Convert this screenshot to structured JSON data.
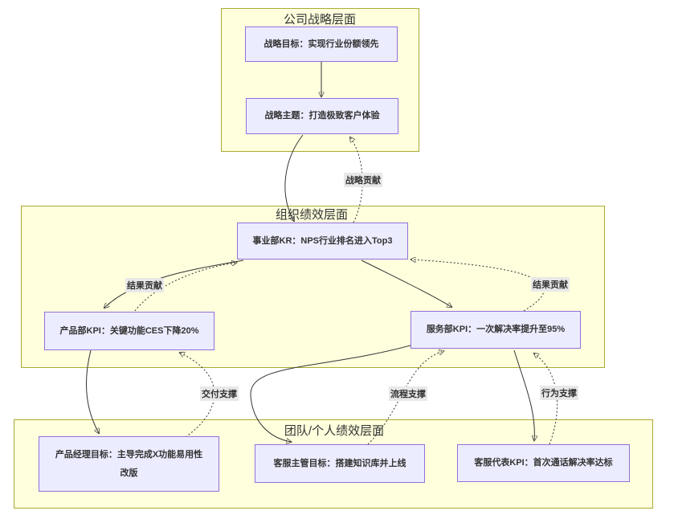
{
  "diagram": {
    "type": "flowchart",
    "containers": [
      {
        "id": "company-strategy-layer",
        "title": "公司战略层面"
      },
      {
        "id": "org-performance-layer",
        "title": "组织绩效层面"
      },
      {
        "id": "team-individual-layer",
        "title": "团队/个人绩效层面"
      }
    ],
    "nodes": [
      {
        "id": "strategy-goal",
        "label": "战略目标：实现行业份额领先"
      },
      {
        "id": "strategy-theme",
        "label": "战略主题：打造极致客户体验"
      },
      {
        "id": "bu-kr",
        "label": "事业部KR：NPS行业排名进入Top3"
      },
      {
        "id": "product-kpi",
        "label": "产品部KPI：关键功能CES下降20%"
      },
      {
        "id": "service-kpi",
        "label": "服务部KPI：一次解决率提升至95%"
      },
      {
        "id": "pm-goal",
        "label": "产品经理目标：主导完成X功能易用性改版"
      },
      {
        "id": "cs-manager-goal",
        "label": "客服主管目标：搭建知识库并上线"
      },
      {
        "id": "cs-rep-kpi",
        "label": "客服代表KPI：首次通话解决率达标"
      }
    ],
    "edge_labels": [
      {
        "id": "strategic-contribution",
        "text": "战略贡献"
      },
      {
        "id": "result-contribution-left",
        "text": "结果贡献"
      },
      {
        "id": "result-contribution-right",
        "text": "结果贡献"
      },
      {
        "id": "delivery-support",
        "text": "交付支撑"
      },
      {
        "id": "process-support",
        "text": "流程支撑"
      },
      {
        "id": "behavior-support",
        "text": "行为支撑"
      }
    ],
    "colors": {
      "node_fill": "#ECECFF",
      "node_border": "#9370DB",
      "container_fill": "#FFFFDE",
      "container_border": "#AAAA33",
      "edge": "#333333",
      "edge_label_bg": "#E8E8E8",
      "text": "#333333",
      "background": "#FFFFFF"
    }
  }
}
